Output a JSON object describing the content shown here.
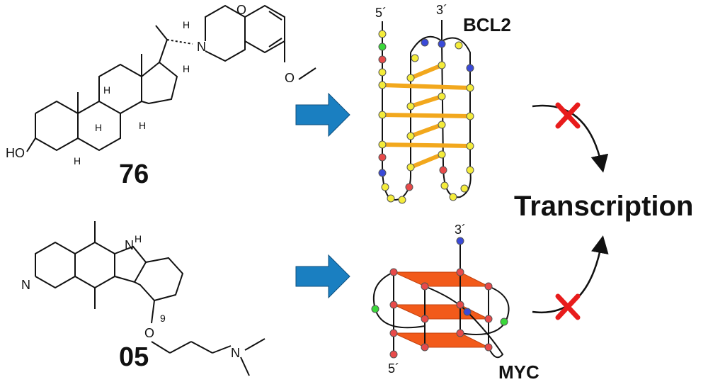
{
  "compounds": [
    {
      "id": "76",
      "atoms": {
        "ho": "HO",
        "h1": "H",
        "h2": "H",
        "h3": "H",
        "h4": "H",
        "h5": "H",
        "h6": "H",
        "n": "N",
        "o1": "O",
        "o2": "O"
      }
    },
    {
      "id": "05",
      "atoms": {
        "nh": "H",
        "n_indole": "N",
        "n_pyr": "N",
        "o": "O",
        "pos9": "9",
        "n_amine": "N"
      }
    }
  ],
  "targets": [
    {
      "name": "BCL2",
      "end_top_left": "5´",
      "end_top_right": "3´"
    },
    {
      "name": "MYC",
      "end_top": "3´",
      "end_bottom": "5´"
    }
  ],
  "outcome": "Transcription",
  "colors": {
    "arrow": "#1a7fc1",
    "tetrad_bar": "#f2a81d",
    "tetrad_plane": "#f25a1a",
    "cross": "#e81c1c",
    "nucleotide_yellow": "#f4ec3a",
    "nucleotide_red": "#e84a4a",
    "nucleotide_blue": "#3a4ad8",
    "nucleotide_green": "#3ad83a"
  }
}
